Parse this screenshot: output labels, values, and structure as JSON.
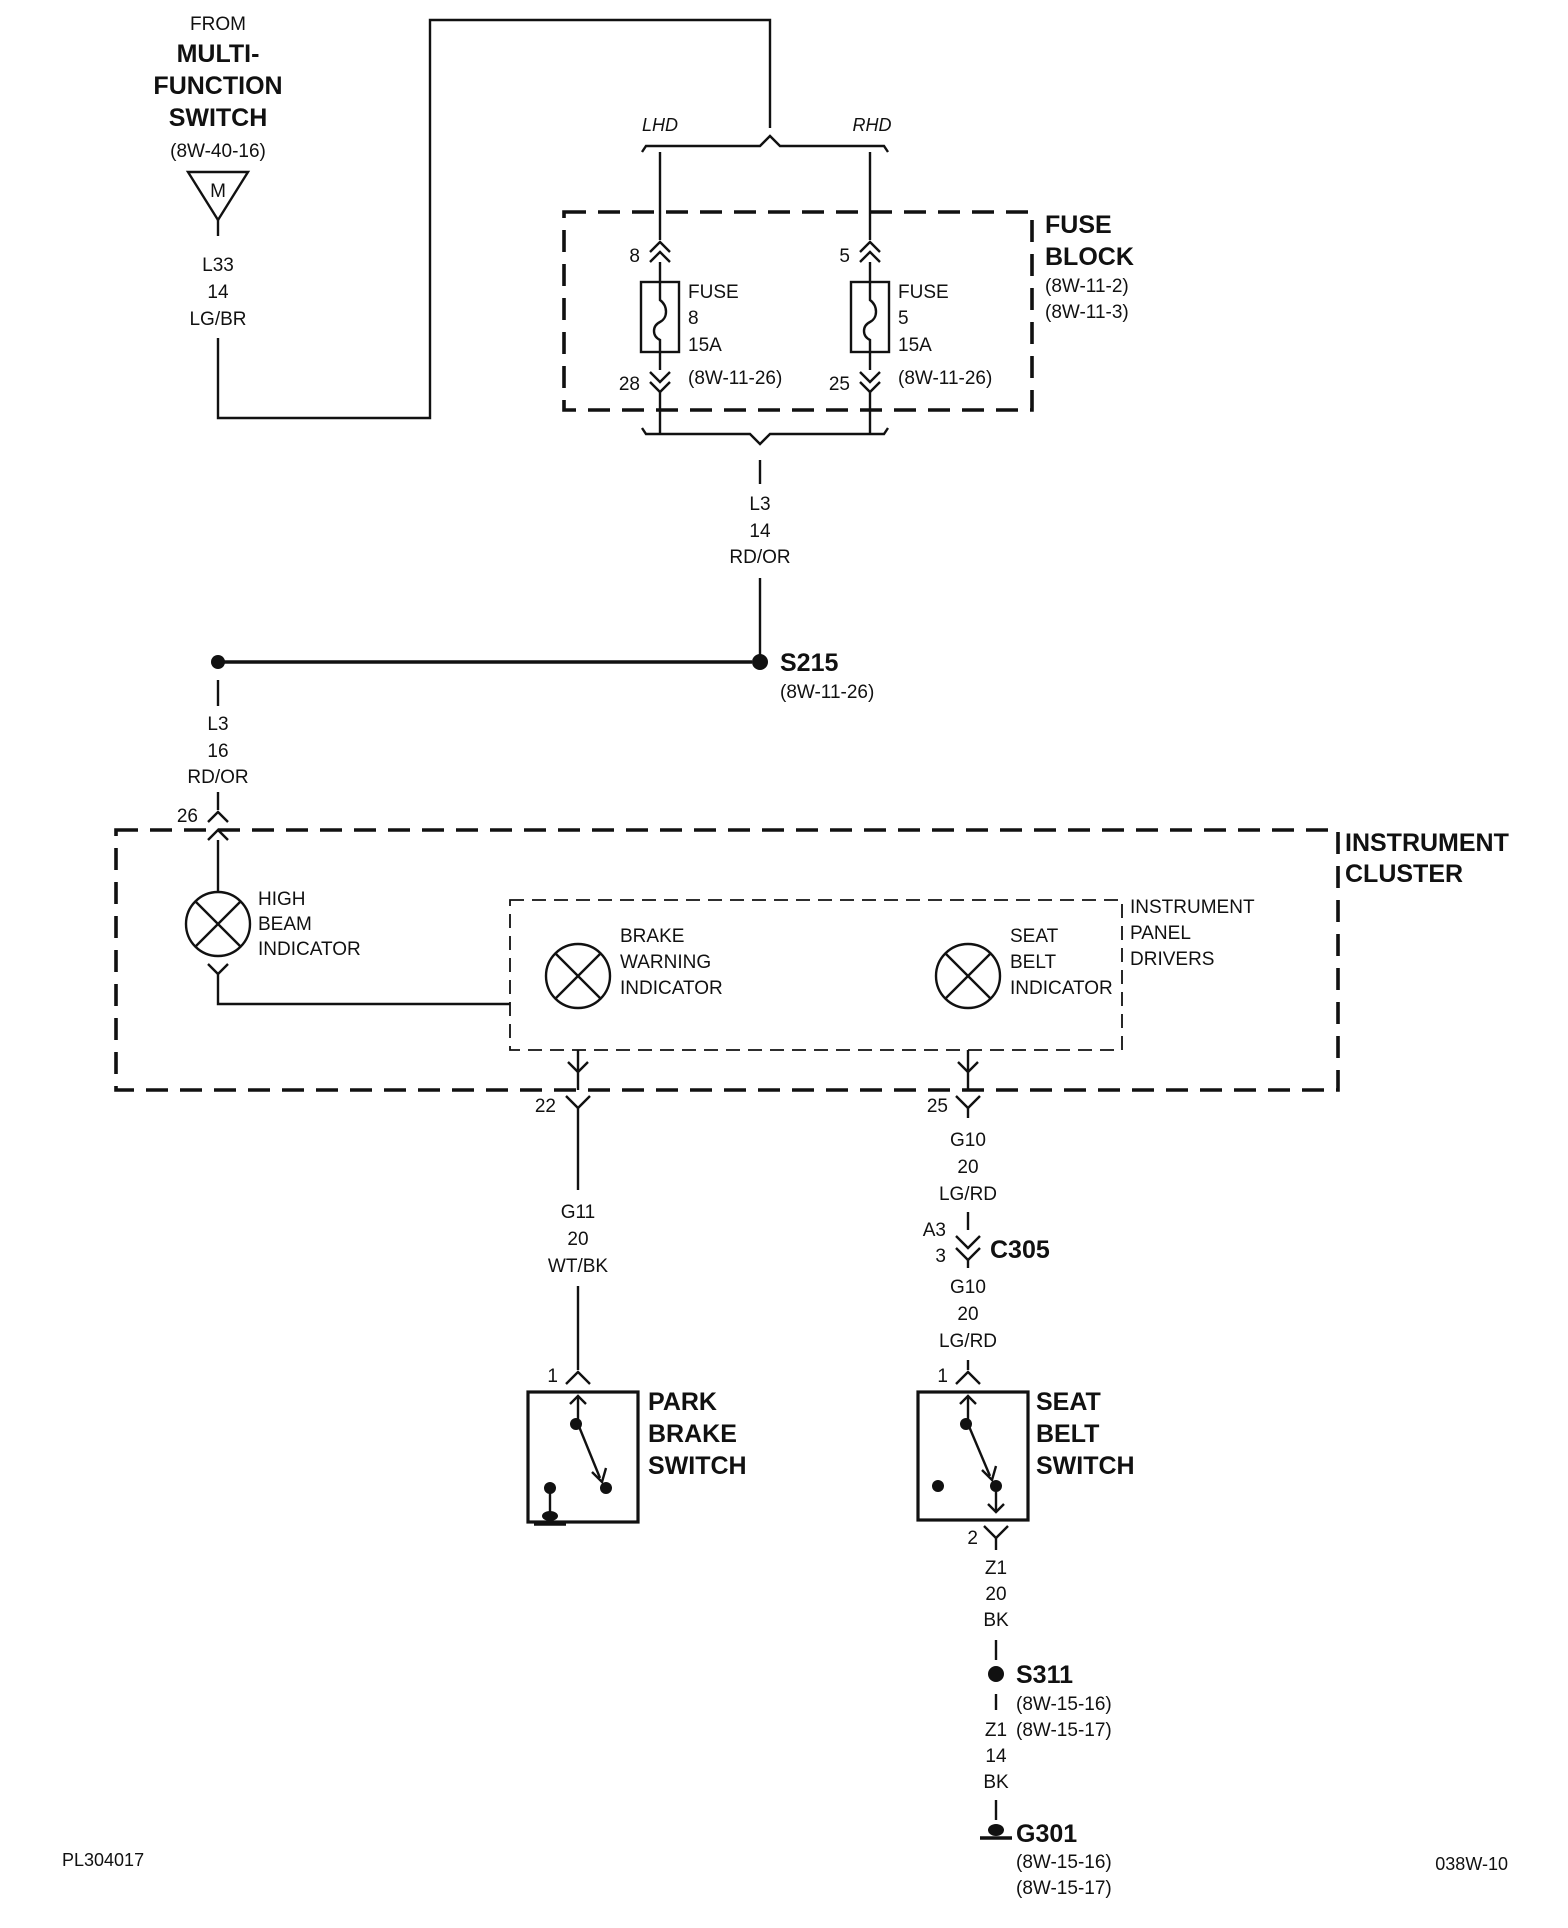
{
  "mfs": {
    "from": "FROM",
    "name_line1": "MULTI-",
    "name_line2": "FUNCTION",
    "name_line3": "SWITCH",
    "ref": "(8W-40-16)",
    "tag": "M"
  },
  "wire_l33": {
    "circuit": "L33",
    "gauge": "14",
    "color": "LG/BR"
  },
  "lhd": "LHD",
  "rhd": "RHD",
  "fuse_block": {
    "name_line1": "FUSE",
    "name_line2": "BLOCK",
    "ref1": "(8W-11-2)",
    "ref2": "(8W-11-3)",
    "fuse8": {
      "pin_in": "8",
      "word": "FUSE",
      "num": "8",
      "amps": "15A",
      "pin_out": "28",
      "ref": "(8W-11-26)"
    },
    "fuse5": {
      "pin_in": "5",
      "word": "FUSE",
      "num": "5",
      "amps": "15A",
      "pin_out": "25",
      "ref": "(8W-11-26)"
    }
  },
  "wire_l3_14": {
    "circuit": "L3",
    "gauge": "14",
    "color": "RD/OR"
  },
  "s215": {
    "name": "S215",
    "ref": "(8W-11-26)"
  },
  "wire_l3_16": {
    "circuit": "L3",
    "gauge": "16",
    "color": "RD/OR"
  },
  "cluster": {
    "name_line1": "INSTRUMENT",
    "name_line2": "CLUSTER",
    "pin_26": "26",
    "high_beam": [
      "HIGH",
      "BEAM",
      "INDICATOR"
    ],
    "brake_warning": [
      "BRAKE",
      "WARNING",
      "INDICATOR"
    ],
    "seat_belt": [
      "SEAT",
      "BELT",
      "INDICATOR"
    ],
    "drivers": [
      "INSTRUMENT",
      "PANEL",
      "DRIVERS"
    ],
    "pin_22": "22",
    "pin_25": "25"
  },
  "wire_g11": {
    "circuit": "G11",
    "gauge": "20",
    "color": "WT/BK"
  },
  "wire_g10_a": {
    "circuit": "G10",
    "gauge": "20",
    "color": "LG/RD"
  },
  "c305": {
    "name": "C305",
    "pin_a": "A3",
    "pin_b": "3"
  },
  "wire_g10_b": {
    "circuit": "G10",
    "gauge": "20",
    "color": "LG/RD"
  },
  "park_brake": {
    "pin": "1",
    "line1": "PARK",
    "line2": "BRAKE",
    "line3": "SWITCH"
  },
  "seat_belt_switch": {
    "pin_top": "1",
    "pin_bottom": "2",
    "line1": "SEAT",
    "line2": "BELT",
    "line3": "SWITCH"
  },
  "wire_z1_20": {
    "circuit": "Z1",
    "gauge": "20",
    "color": "BK"
  },
  "s311": {
    "name": "S311",
    "ref1": "(8W-15-16)",
    "ref2": "(8W-15-17)"
  },
  "wire_z1_14": {
    "circuit": "Z1",
    "gauge": "14",
    "color": "BK"
  },
  "g301": {
    "name": "G301",
    "ref1": "(8W-15-16)",
    "ref2": "(8W-15-17)"
  },
  "footer": {
    "left": "PL304017",
    "right": "038W-10"
  }
}
